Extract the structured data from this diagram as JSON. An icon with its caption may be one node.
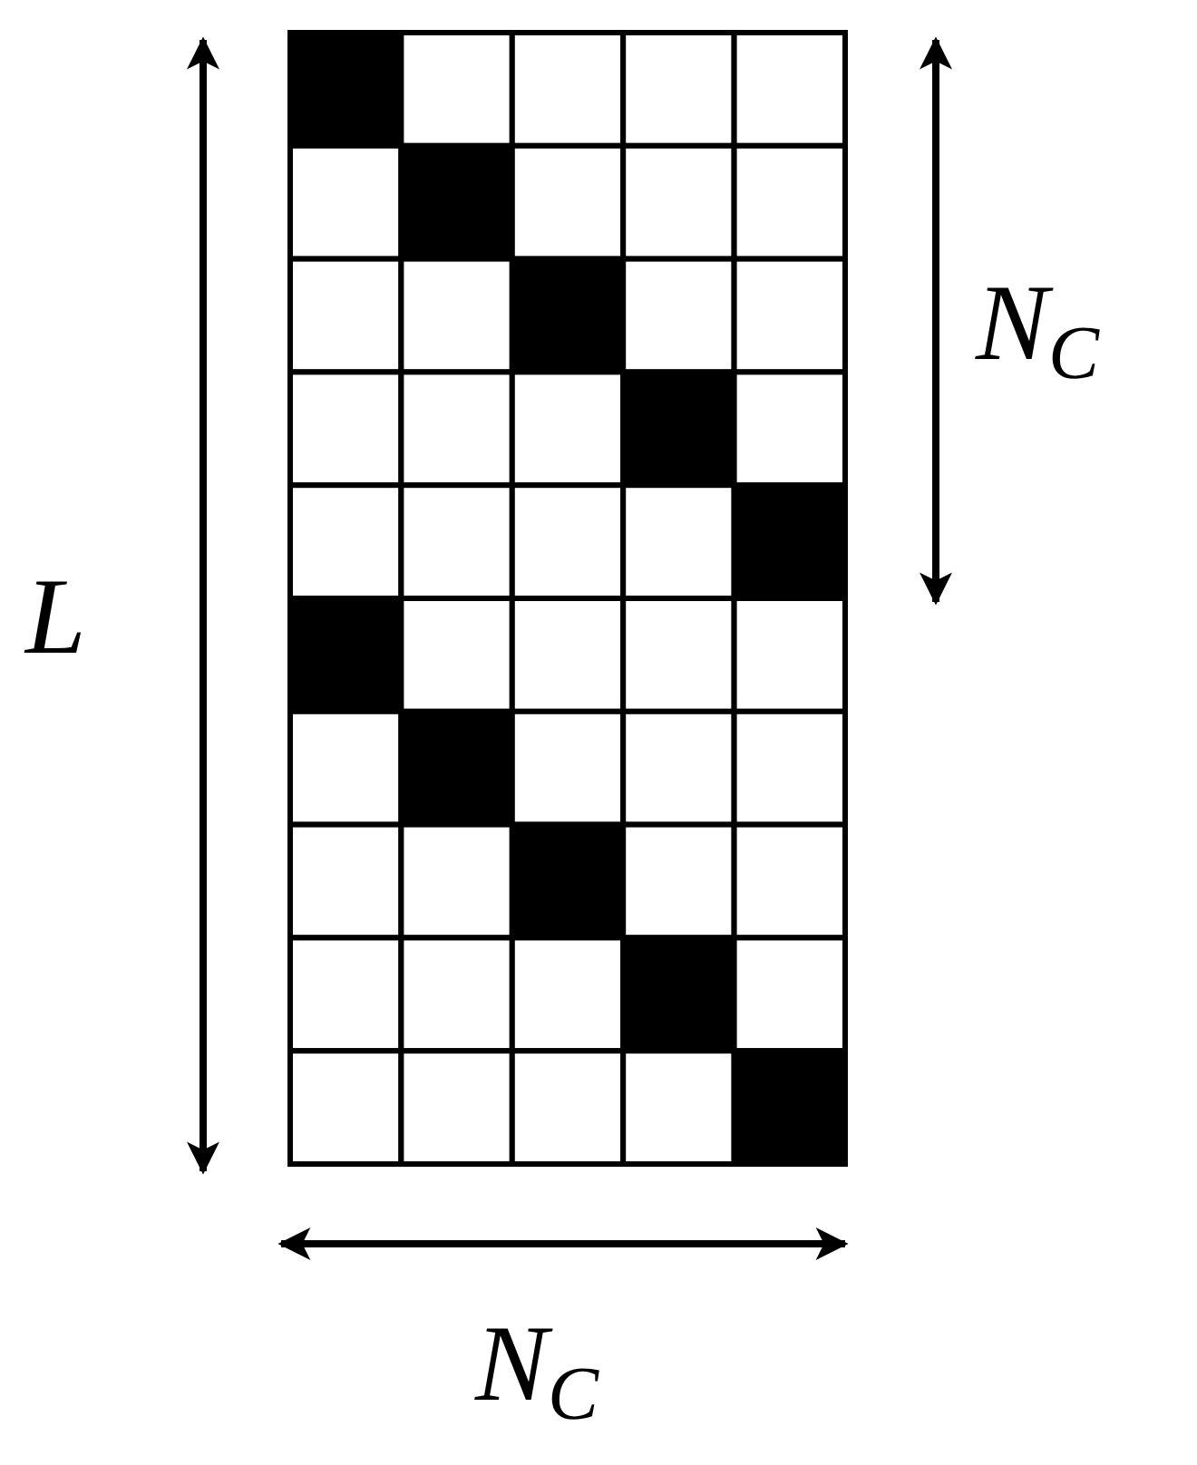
{
  "diagram": {
    "labels": [
      "N$_{C}$",
      "L",
      "N$_{C}$"
    ]
  }
}
